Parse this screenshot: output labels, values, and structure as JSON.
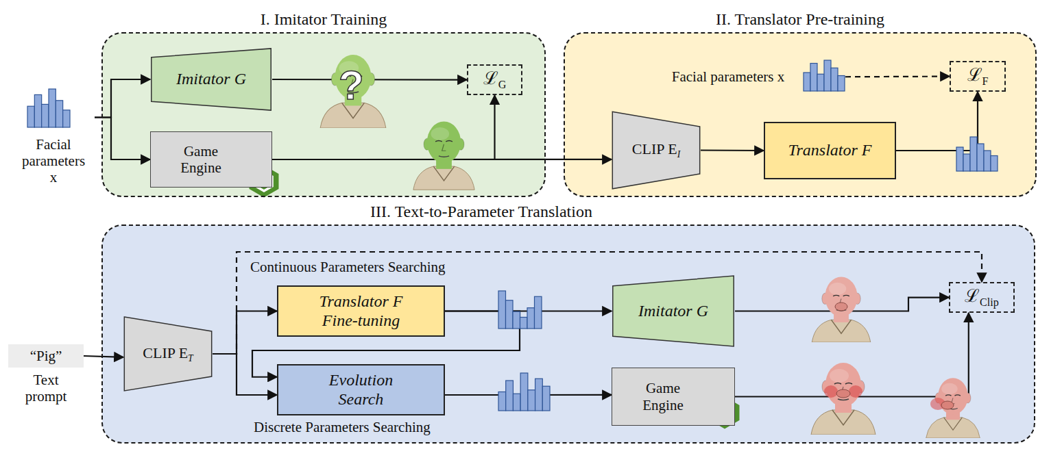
{
  "diagram": {
    "nodes": [
      {
        "text": [
          "I. Imitator Training"
        ]
      },
      {
        "text": [
          "Imitator G"
        ],
        "in": 0
      },
      {
        "text": [
          "Game Engine"
        ],
        "in": 0
      },
      {
        "text": [
          "ℒ",
          "G"
        ],
        "in": 0
      },
      {
        "text": [
          "II. Translator Pre-training"
        ]
      },
      {
        "text": [
          "Facial parameters x"
        ],
        "in": 4
      },
      {
        "text": [
          "ℒ",
          "F"
        ],
        "in": 4
      },
      {
        "text": [
          "CLIP E",
          "I"
        ],
        "in": 4
      },
      {
        "text": [
          "Translator F"
        ],
        "in": 4
      },
      {
        "text": [
          "Facial parameters x"
        ]
      },
      {
        "text": [
          "III. Text-to-Parameter Translation"
        ]
      },
      {
        "text": [
          "“Pig”",
          "Text prompt"
        ]
      },
      {
        "text": [
          "CLIP E",
          "T"
        ],
        "in": 10
      },
      {
        "text": [
          "Translator F Fine-tuning"
        ],
        "in": 10
      },
      {
        "text": [
          "Evolution Search"
        ],
        "in": 10
      },
      {
        "text": [
          "Imitator G"
        ],
        "in": 10
      },
      {
        "text": [
          "Game Engine"
        ],
        "in": 10
      },
      {
        "text": [
          "ℒ",
          "Clip"
        ],
        "in": 10
      }
    ],
    "edges": [
      {
        "from": 9,
        "to": 1,
        "arrow": "to"
      },
      {
        "from": 9,
        "to": 2,
        "arrow": "to"
      },
      {
        "from": 1,
        "to": 3,
        "arrow": "to"
      },
      {
        "from": 2,
        "to": 3,
        "arrow": "to"
      },
      {
        "from": 2,
        "to": 7,
        "arrow": "to"
      },
      {
        "from": 7,
        "to": 8,
        "arrow": "to"
      },
      {
        "from": 8,
        "to": 6,
        "arrow": "to"
      },
      {
        "from": 5,
        "to": 6,
        "arrow": "to"
      },
      {
        "from": 11,
        "to": 12,
        "arrow": "to"
      },
      {
        "from": 12,
        "to": 13,
        "arrow": "to"
      },
      {
        "from": 12,
        "to": 14,
        "arrow": "to"
      },
      {
        "from": 12,
        "to": 17,
        "arrow": "to"
      },
      {
        "from": 13,
        "to": 15,
        "arrow": "to"
      },
      {
        "from": 13,
        "to": 14,
        "arrow": "to"
      },
      {
        "from": 15,
        "to": 17,
        "arrow": "to"
      },
      {
        "from": 14,
        "to": 16,
        "arrow": "to"
      },
      {
        "from": 16,
        "to": 17,
        "arrow": "to"
      }
    ],
    "labels": [
      "Continuous Parameters Searching",
      "Discrete Parameters Searching",
      "?"
    ]
  }
}
